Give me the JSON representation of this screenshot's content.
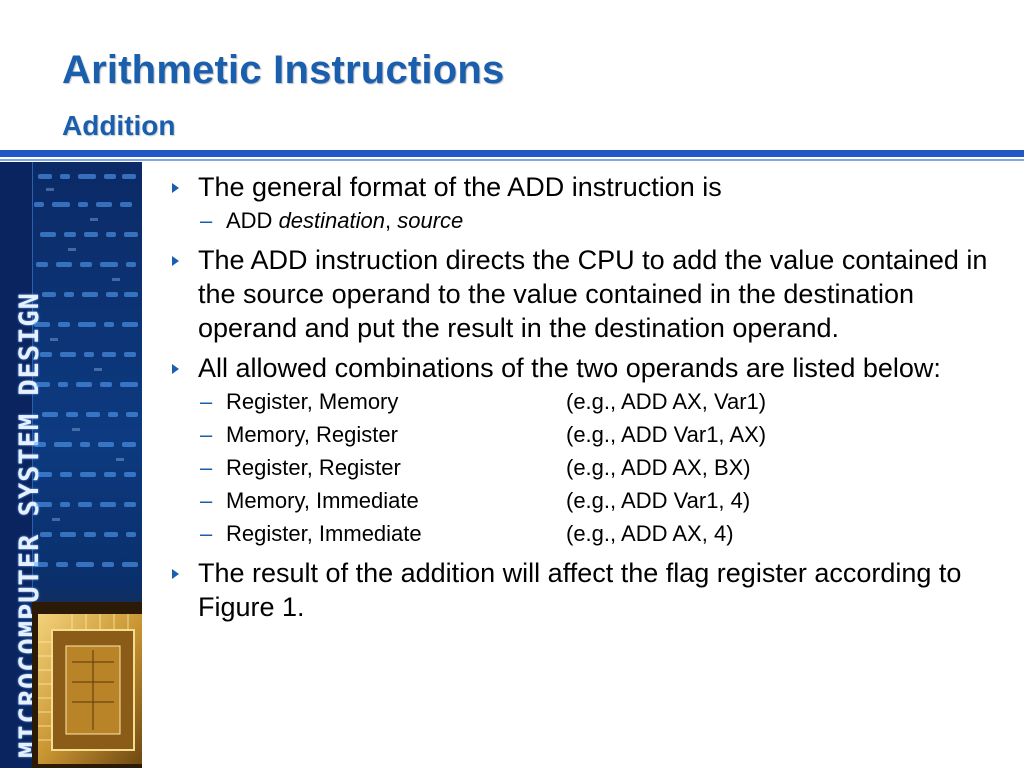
{
  "title": "Arithmetic Instructions",
  "subtitle": "Addition",
  "side_banner": "MICROCOMPUTER SYSTEM DESIGN",
  "accent_color": "#1a5fae",
  "rule_color": "#1f57c6",
  "dash_glyph": "–",
  "bullets": [
    {
      "text": "The general format of the ADD instruction is",
      "sub": {
        "keyword": "ADD ",
        "arg1": "destination",
        "sep": ", ",
        "arg2": "source"
      }
    },
    {
      "text": "The ADD instruction directs the CPU to add the value contained in the source operand to the value contained in the destination operand and put the result in the destination operand."
    },
    {
      "text": "All allowed combinations of the two operands are listed below:",
      "combinations": [
        {
          "operands": "Register, Memory",
          "example": "(e.g., ADD AX, Var1)"
        },
        {
          "operands": "Memory, Register",
          "example": "(e.g., ADD Var1, AX)"
        },
        {
          "operands": "Register, Register",
          "example": "(e.g., ADD AX, BX)"
        },
        {
          "operands": "Memory, Immediate",
          "example": "(e.g., ADD Var1, 4)"
        },
        {
          "operands": "Register, Immediate",
          "example": "(e.g., ADD AX, 4)"
        }
      ]
    },
    {
      "text": "The result of the addition will affect the flag register according to Figure 1."
    }
  ]
}
